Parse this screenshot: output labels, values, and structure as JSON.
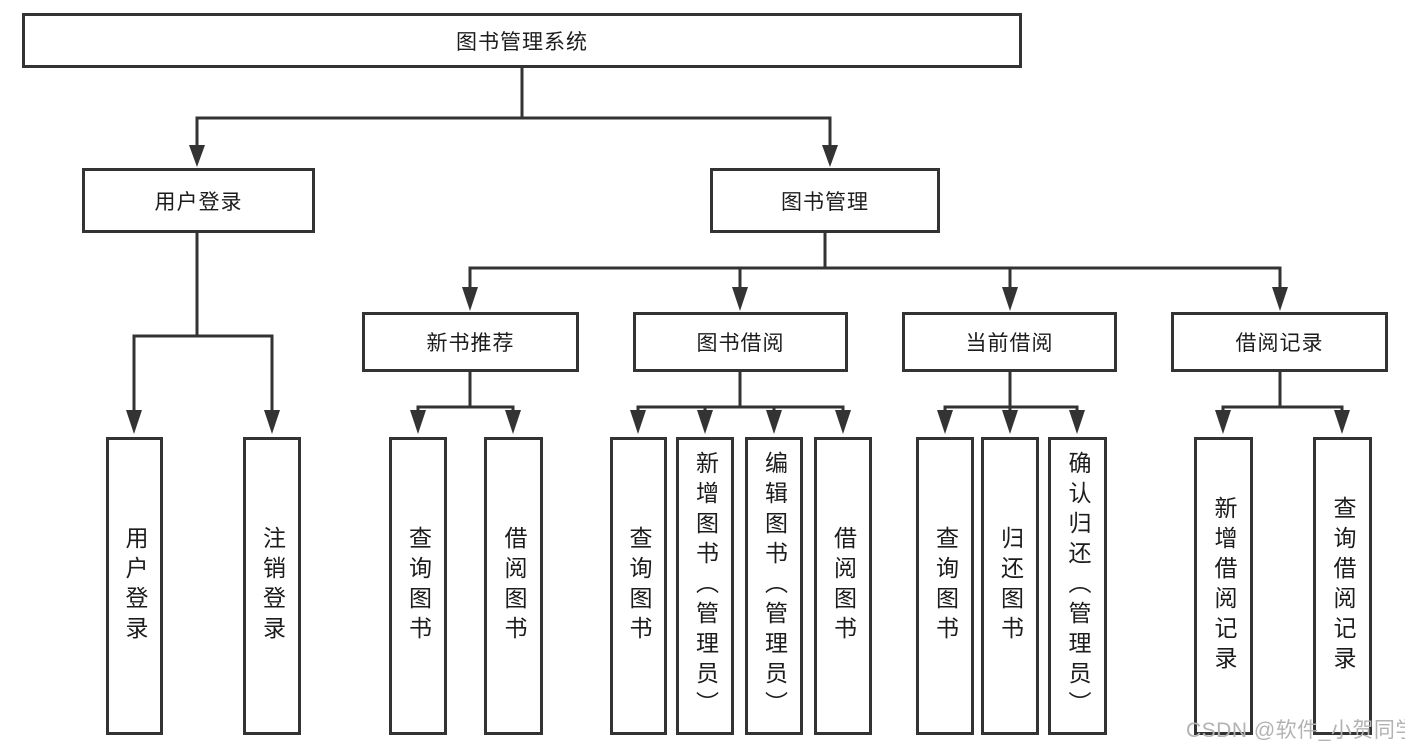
{
  "root": {
    "label": "图书管理系统"
  },
  "level2": [
    {
      "label": "用户登录"
    },
    {
      "label": "图书管理"
    }
  ],
  "level3": [
    {
      "label": "新书推荐"
    },
    {
      "label": "图书借阅"
    },
    {
      "label": "当前借阅"
    },
    {
      "label": "借阅记录"
    }
  ],
  "leaves": {
    "g1": [
      {
        "label": "用户登录"
      },
      {
        "label": "注销登录"
      }
    ],
    "g2": [
      {
        "label": "查询图书"
      },
      {
        "label": "借阅图书"
      }
    ],
    "g3": [
      {
        "label": "查询图书"
      },
      {
        "label": "新增图书（管理员）"
      },
      {
        "label": "编辑图书（管理员）"
      },
      {
        "label": "借阅图书"
      }
    ],
    "g4": [
      {
        "label": "查询图书"
      },
      {
        "label": "归还图书"
      },
      {
        "label": "确认归还（管理员）"
      }
    ],
    "g5": [
      {
        "label": "新增借阅记录"
      },
      {
        "label": "查询借阅记录"
      }
    ]
  },
  "watermark": "CSDN @软件_小贺同学",
  "colors": {
    "line": "#333333",
    "text": "#1c1c1c",
    "box_bg": "#ffffff",
    "watermark": "#b3b3b3"
  }
}
